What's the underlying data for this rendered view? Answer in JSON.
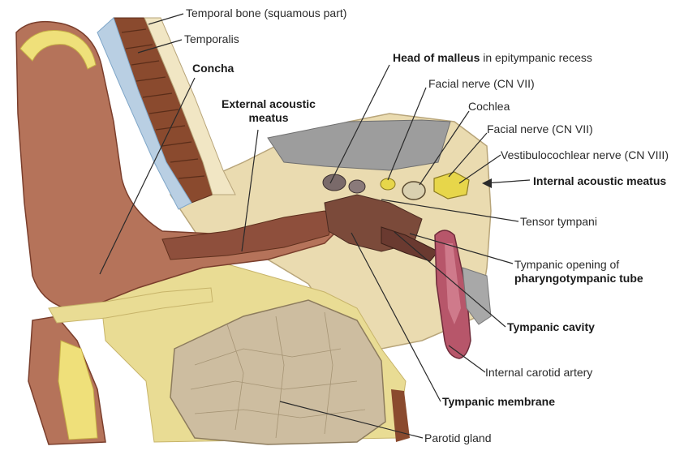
{
  "labels": {
    "temporal_bone": "Temporal bone (squamous part)",
    "temporalis": "Temporalis",
    "concha": "Concha",
    "head_of_malleus_bold": "Head of malleus",
    "head_of_malleus_rest": "in epitympanic recess",
    "external_acoustic_meatus_1": "External acoustic",
    "external_acoustic_meatus_2": "meatus",
    "facial_nerve_1": "Facial nerve (CN VII)",
    "cochlea": "Cochlea",
    "facial_nerve_2": "Facial nerve (CN VII)",
    "vestibulocochlear_nerve": "Vestibulocochlear nerve (CN VIII)",
    "internal_acoustic_meatus": "Internal acoustic meatus",
    "tensor_tympani": "Tensor tympani",
    "tympanic_opening_1": "Tympanic opening of",
    "tympanic_opening_2": "pharyngotympanic tube",
    "tympanic_cavity": "Tympanic cavity",
    "internal_carotid_artery": "Internal carotid artery",
    "tympanic_membrane": "Tympanic membrane",
    "parotid_gland": "Parotid gland"
  },
  "colors": {
    "skin": "#b5735a",
    "skin_dark": "#8e4f3c",
    "cartilage_yellow": "#efe07a",
    "fat_yellow": "#e9dc94",
    "bone": "#eadbb0",
    "bone_light": "#f1e6c4",
    "muscle": "#8a4a2e",
    "parotid": "#cdbda0",
    "grey_tissue": "#9a9a9a",
    "artery": "#b7566a",
    "blue_vessel": "#7fa6c8",
    "leader_line": "#2a2a2a"
  }
}
